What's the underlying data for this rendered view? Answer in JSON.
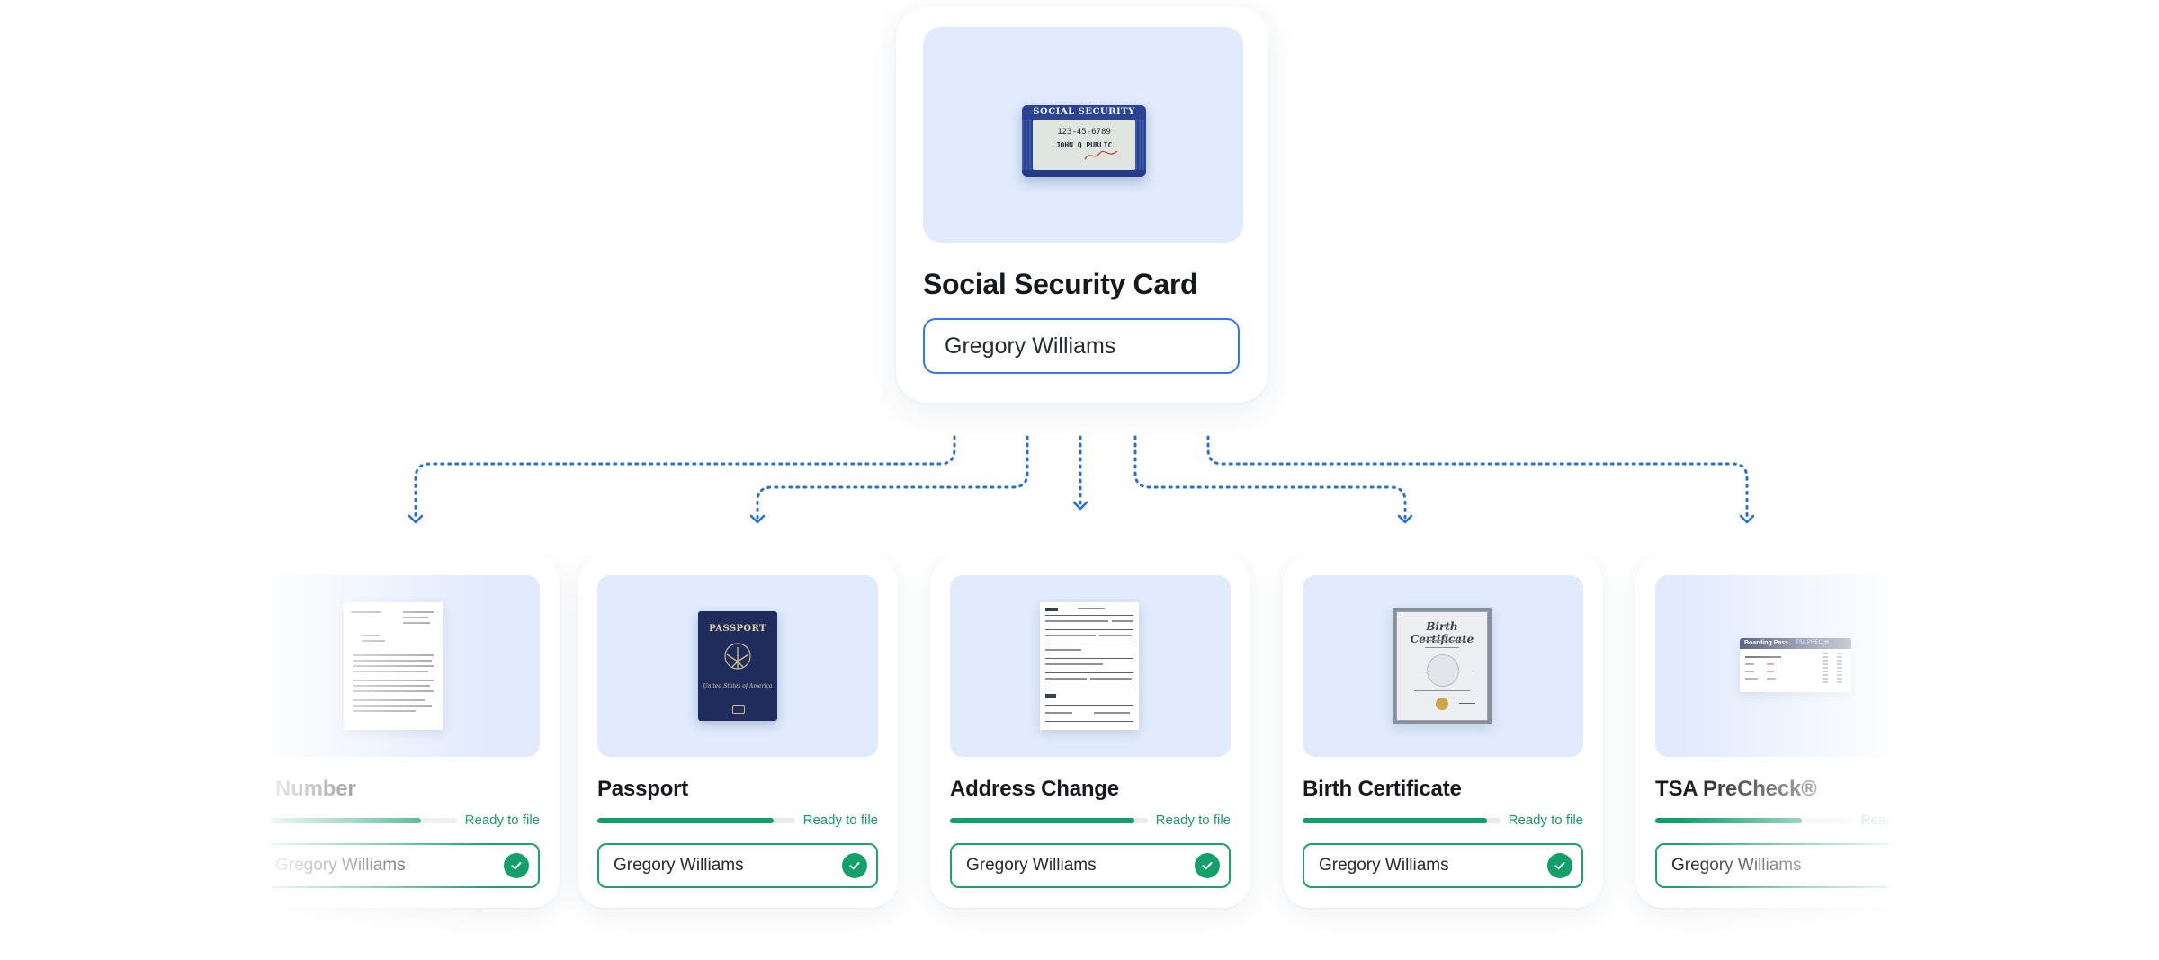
{
  "top": {
    "title": "Social Security Card",
    "name_value": "Gregory Williams",
    "card_header": "SOCIAL SECURITY",
    "card_number": "123-45-6789",
    "card_name": "JOHN Q PUBLIC"
  },
  "cards": [
    {
      "title": "Number",
      "status": "Ready to file",
      "progress": 0.82,
      "name_value": "Gregory Williams",
      "icon": "letter-document-icon",
      "verified": true
    },
    {
      "title": "Passport",
      "status": "Ready to file",
      "progress": 0.89,
      "name_value": "Gregory Williams",
      "icon": "passport-icon",
      "verified": true,
      "passport_title": "PASSPORT",
      "passport_text": "United States of America"
    },
    {
      "title": "Address Change",
      "status": "Ready to file",
      "progress": 0.93,
      "name_value": "Gregory Williams",
      "icon": "form-document-icon",
      "verified": true
    },
    {
      "title": "Birth Certificate",
      "status": "Ready to file",
      "progress": 0.93,
      "name_value": "Gregory Williams",
      "icon": "certificate-icon",
      "verified": true,
      "cert_title": "Birth Certificate"
    },
    {
      "title": "TSA PreCheck®",
      "status": "Ready to file",
      "progress": 0.74,
      "name_value": "Gregory Williams",
      "icon": "boarding-pass-icon",
      "verified": false,
      "pass_header": "Boarding Pass",
      "pass_program": "TSA PRECHK"
    }
  ],
  "colors": {
    "accent_blue": "#2f7be6",
    "connector_blue": "#2370d8",
    "success_green": "#11a06a",
    "media_bg": "#e1ebfd"
  }
}
